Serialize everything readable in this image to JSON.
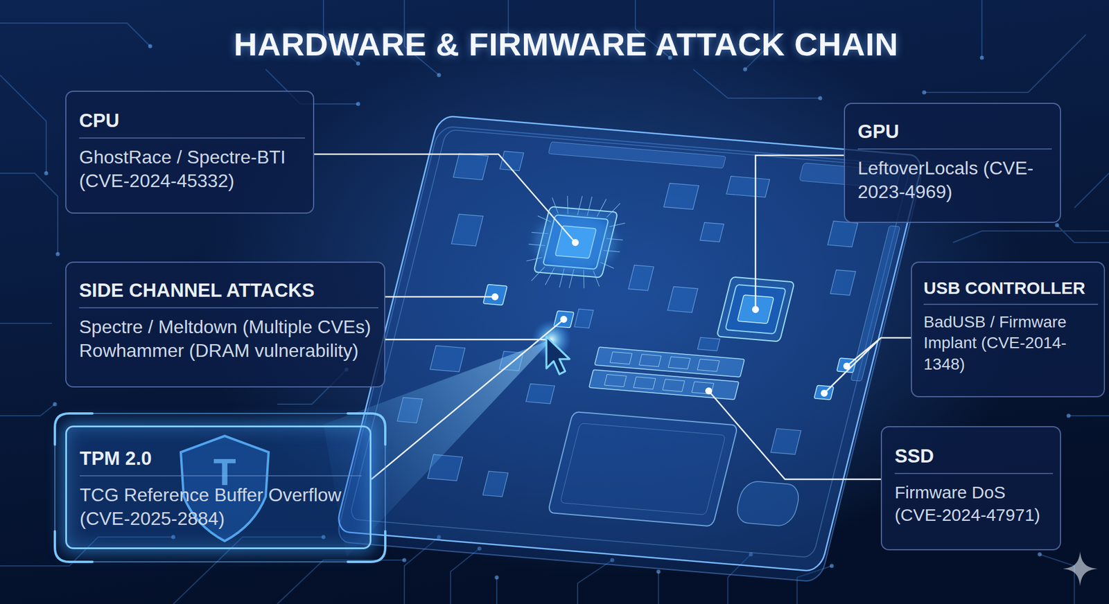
{
  "diagram": {
    "title": "HARDWARE & FIRMWARE ATTACK CHAIN",
    "nodes": [
      {
        "text": [
          "CPU",
          "GhostRace / Spectre-BTI (CVE-2024-45332)"
        ]
      },
      {
        "text": [
          "GPU",
          "LeftoverLocals (CVE-2023-4969)"
        ]
      },
      {
        "text": [
          "SIDE CHANNEL ATTACKS",
          "Spectre / Meltdown (Multiple CVEs)",
          "Rowhammer (DRAM vulnerability)"
        ]
      },
      {
        "text": [
          "USB CONTROLLER",
          "BadUSB / Firmware Implant (CVE-2014-1348)"
        ]
      },
      {
        "text": [
          "TPM 2.0",
          "TCG Reference Buffer Overflow (CVE-2025-2884)"
        ]
      },
      {
        "text": [
          "SSD",
          "Firmware DoS (CVE-2024-47971)"
        ]
      }
    ],
    "labels": [
      "T"
    ]
  }
}
